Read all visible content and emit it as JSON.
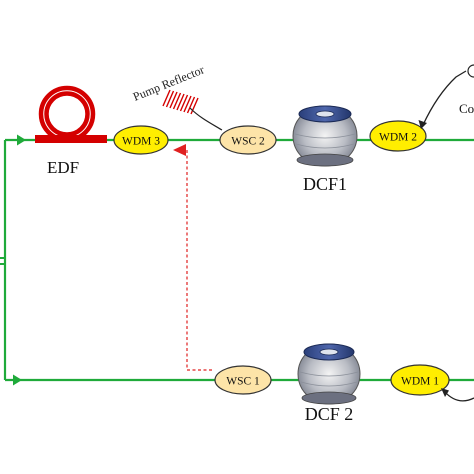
{
  "colors": {
    "fiber": "#1faa3a",
    "edf_coil": "#d40000",
    "wdm_fill": "#ffee00",
    "wsc_fill": "#fde4a8",
    "outline": "#333333",
    "dashed": "#e02020",
    "reflector": "#d40000"
  },
  "labels": {
    "edf": "EDF",
    "wdm3": "WDM 3",
    "wsc2": "WSC 2",
    "dcf1": "DCF1",
    "wdm2": "WDM 2",
    "pump_reflector": "Pump Reflector",
    "partial_right": "Co",
    "wsc1": "WSC 1",
    "dcf2": "DCF 2",
    "wdm1": "WDM 1"
  }
}
